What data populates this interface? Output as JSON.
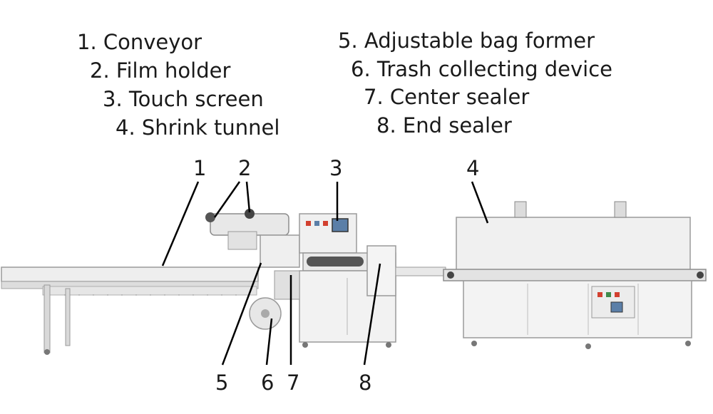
{
  "legend": [
    {
      "num": "1",
      "text": "1. Conveyor"
    },
    {
      "num": "2",
      "text": "2. Film holder"
    },
    {
      "num": "3",
      "text": "3. Touch screen"
    },
    {
      "num": "4",
      "text": "4. Shrink tunnel"
    },
    {
      "num": "5",
      "text": "5. Adjustable bag former"
    },
    {
      "num": "6",
      "text": "6. Trash collecting device"
    },
    {
      "num": "7",
      "text": "7. Center sealer"
    },
    {
      "num": "8",
      "text": "8. End sealer"
    }
  ],
  "callouts": [
    "1",
    "2",
    "3",
    "4",
    "5",
    "6",
    "7",
    "8"
  ],
  "colors": {
    "machine_body": "#eeeeee",
    "machine_edge": "#9a9a9a",
    "panel_red": "#d2402f",
    "panel_screen": "#5b7fa8",
    "leader": "#000000"
  }
}
